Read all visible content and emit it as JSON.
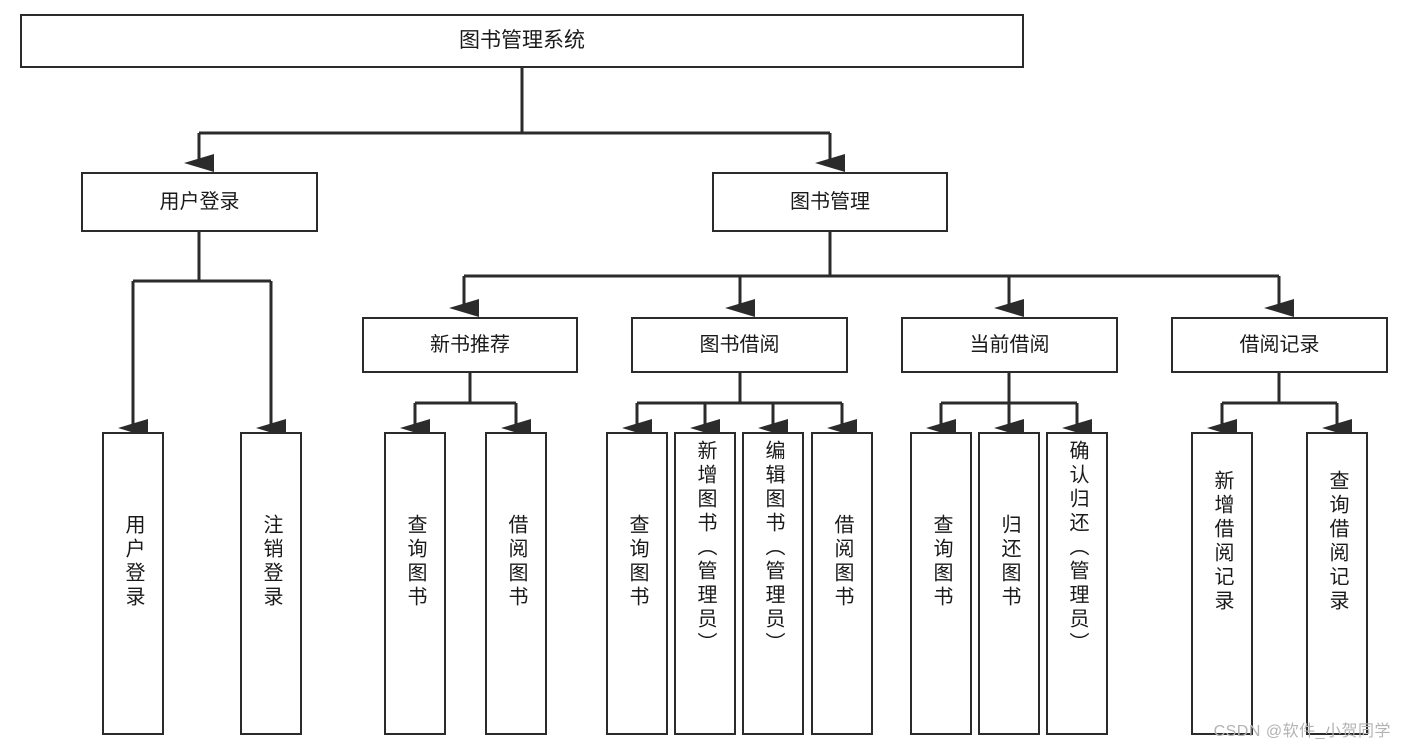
{
  "diagram": {
    "title": "图书管理系统",
    "type": "tree-hierarchy-chart",
    "root": {
      "id": "root",
      "label": "图书管理系统"
    },
    "level2": [
      {
        "id": "user-login",
        "label": "用户登录"
      },
      {
        "id": "book-manage",
        "label": "图书管理"
      }
    ],
    "level3": [
      {
        "id": "new-book-recommend",
        "label": "新书推荐",
        "parent": "book-manage"
      },
      {
        "id": "book-borrow",
        "label": "图书借阅",
        "parent": "book-manage"
      },
      {
        "id": "current-borrow",
        "label": "当前借阅",
        "parent": "book-manage"
      },
      {
        "id": "borrow-record",
        "label": "借阅记录",
        "parent": "book-manage"
      }
    ],
    "leaves": [
      {
        "id": "leaf-user-login",
        "label": "用户登录",
        "parent": "user-login"
      },
      {
        "id": "leaf-user-logout",
        "label": "注销登录",
        "parent": "user-login"
      },
      {
        "id": "leaf-query-book-1",
        "label": "查询图书",
        "parent": "new-book-recommend"
      },
      {
        "id": "leaf-borrow-book-1",
        "label": "借阅图书",
        "parent": "new-book-recommend"
      },
      {
        "id": "leaf-query-book-2",
        "label": "查询图书",
        "parent": "book-borrow"
      },
      {
        "id": "leaf-add-book",
        "label": "新增图书（管理员）",
        "parent": "book-borrow"
      },
      {
        "id": "leaf-edit-book",
        "label": "编辑图书（管理员）",
        "parent": "book-borrow"
      },
      {
        "id": "leaf-borrow-book-2",
        "label": "借阅图书",
        "parent": "book-borrow"
      },
      {
        "id": "leaf-query-book-3",
        "label": "查询图书",
        "parent": "current-borrow"
      },
      {
        "id": "leaf-return-book",
        "label": "归还图书",
        "parent": "current-borrow"
      },
      {
        "id": "leaf-confirm-return",
        "label": "确认归还（管理员）",
        "parent": "current-borrow"
      },
      {
        "id": "leaf-add-record",
        "label": "新增借阅记录",
        "parent": "borrow-record"
      },
      {
        "id": "leaf-query-record",
        "label": "查询借阅记录",
        "parent": "borrow-record"
      }
    ],
    "colors": {
      "border": "#2b2b2b",
      "connector": "#2b2b2b",
      "background": "#ffffff",
      "text": "#1a1a1a",
      "watermark": "#b3b3b3"
    }
  },
  "watermark": {
    "text": "CSDN @软件_小贺同学"
  }
}
